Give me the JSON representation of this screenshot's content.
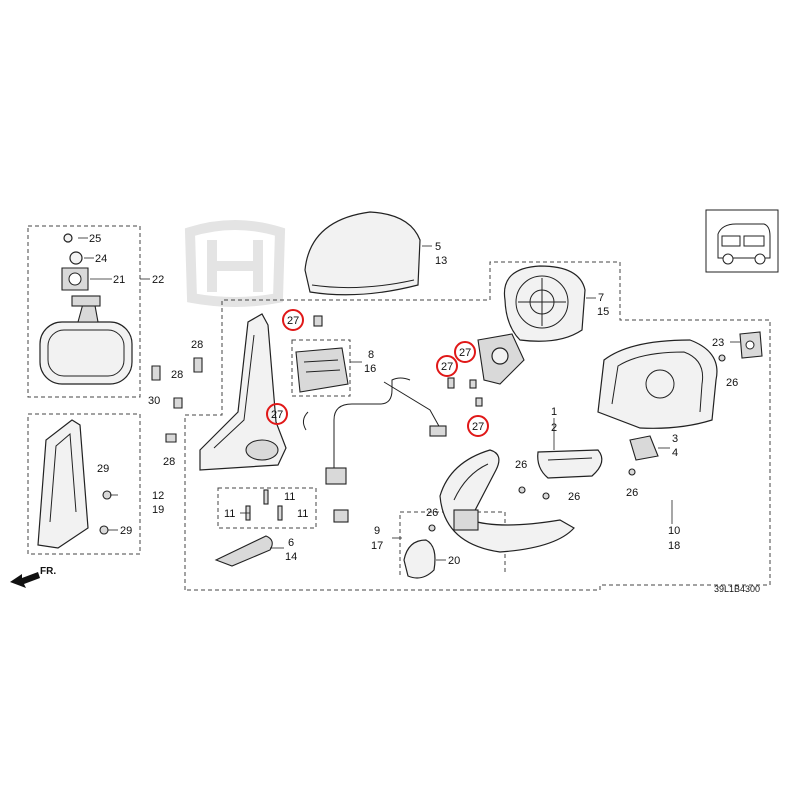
{
  "diagram": {
    "callouts": [
      "1",
      "2",
      "3",
      "4",
      "5",
      "6",
      "7",
      "8",
      "9",
      "10",
      "11",
      "12",
      "13",
      "14",
      "15",
      "16",
      "17",
      "18",
      "19",
      "20",
      "21",
      "22",
      "23",
      "24",
      "25",
      "26",
      "27",
      "28",
      "29",
      "30"
    ],
    "highlighted_callout": "27",
    "highlight_color": "#e01818",
    "direction_label": "FR.",
    "diagram_code": "39L1B4300",
    "watermark": "HONDA"
  }
}
